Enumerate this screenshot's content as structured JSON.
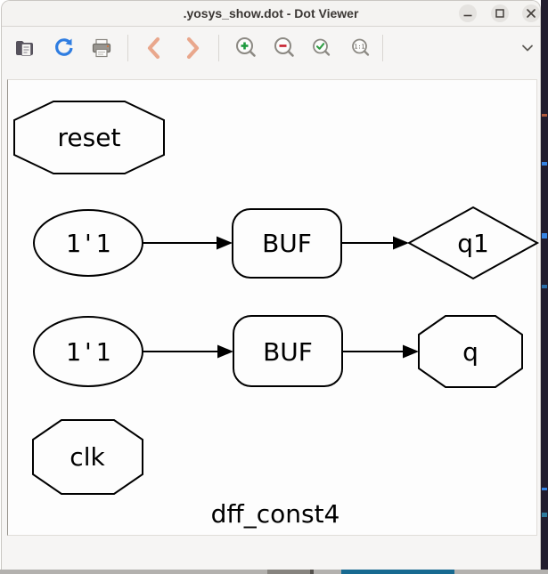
{
  "window": {
    "title": ".yosys_show.dot - Dot Viewer",
    "controls": {
      "minimize": "minimize",
      "maximize": "maximize",
      "close": "close"
    }
  },
  "toolbar": {
    "items": [
      {
        "name": "open",
        "icon": "folder-document-icon"
      },
      {
        "name": "reload",
        "icon": "refresh-icon"
      },
      {
        "name": "print",
        "icon": "printer-icon"
      },
      {
        "name": "back",
        "icon": "chevron-left-icon"
      },
      {
        "name": "forward",
        "icon": "chevron-right-icon"
      },
      {
        "name": "zoom-in",
        "icon": "magnifier-plus-icon"
      },
      {
        "name": "zoom-out",
        "icon": "magnifier-minus-icon"
      },
      {
        "name": "zoom-fit",
        "icon": "magnifier-check-icon"
      },
      {
        "name": "zoom-original",
        "icon": "magnifier-1to1-icon",
        "lens_label": "1:1"
      }
    ],
    "overflow_chevron": "expand-toolbar"
  },
  "graph": {
    "title": "dff_const4",
    "nodes": [
      {
        "label": "reset",
        "shape": "octagon"
      },
      {
        "label": "1'1",
        "shape": "ellipse"
      },
      {
        "label": "BUF",
        "shape": "box"
      },
      {
        "label": "q1",
        "shape": "diamond"
      },
      {
        "label": "1'1",
        "shape": "ellipse"
      },
      {
        "label": "BUF",
        "shape": "box"
      },
      {
        "label": "q",
        "shape": "octagon"
      },
      {
        "label": "clk",
        "shape": "octagon"
      }
    ],
    "edges": [
      {
        "from": "1'1",
        "to": "BUF",
        "row": 1
      },
      {
        "from": "BUF",
        "to": "q1",
        "row": 1
      },
      {
        "from": "1'1",
        "to": "BUF",
        "row": 2
      },
      {
        "from": "BUF",
        "to": "q",
        "row": 2
      }
    ]
  },
  "colors": {
    "refresh_blue": "#2f7de1",
    "nav_salmon": "#e9a78c",
    "zoom_in_green": "#1d9b3e",
    "zoom_out_red": "#c7202e",
    "zoom_fit_green": "#2f9e44",
    "taskbar_teal": "#186a91",
    "node_stroke": "#000000",
    "canvas_bg": "#fdfdfd"
  }
}
